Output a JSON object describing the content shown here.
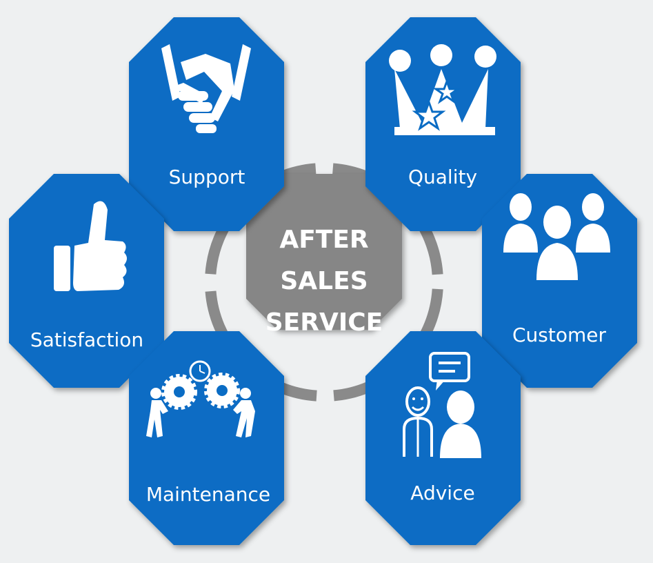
{
  "center": {
    "lines": [
      "AFTER",
      "SALES",
      "SERVICE"
    ]
  },
  "nodes": {
    "support": {
      "label": "Support",
      "icon": "handshake-icon"
    },
    "quality": {
      "label": "Quality",
      "icon": "crown-stars-icon"
    },
    "satisfaction": {
      "label": "Satisfaction",
      "icon": "thumbs-up-icon"
    },
    "customer": {
      "label": "Customer",
      "icon": "people-group-icon"
    },
    "maintenance": {
      "label": "Maintenance",
      "icon": "gears-workers-icon"
    },
    "advice": {
      "label": "Advice",
      "icon": "speech-advisor-icon"
    }
  },
  "colors": {
    "node_blue": "#0a6cc4",
    "center_gray": "#868686",
    "ring_gray": "#8a8a8a",
    "background": "#eef0f1",
    "text": "#ffffff"
  }
}
